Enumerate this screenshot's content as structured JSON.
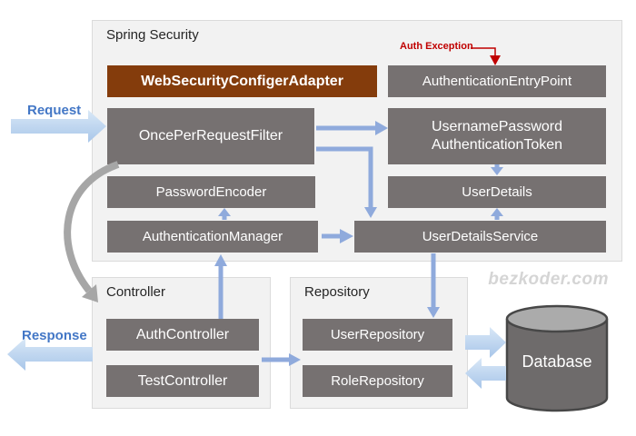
{
  "colors": {
    "box-gray": "#767171",
    "box-brown": "#843C0C",
    "container-bg": "#F2F2F2",
    "container-border": "#DBDBDB",
    "connector-blue": "#8FAADC",
    "flow-label-blue": "#4377C6",
    "exception-red": "#C00000",
    "curve-gray": "#A6A6A6",
    "db-body": "#6E6B6B",
    "db-top": "#ABABAB",
    "db-border": "#474747",
    "watermark-gray": "#D5D5D5",
    "text-dark": "#262626"
  },
  "watermark": "bezkoder.com",
  "flow": {
    "request": "Request",
    "response": "Response",
    "auth_exception": "Auth Exception"
  },
  "spring_security": {
    "title": "Spring Security",
    "web_security_configer_adapter": "WebSecurityConfigerAdapter",
    "authentication_entry_point": "AuthenticationEntryPoint",
    "once_per_request_filter": "OncePerRequestFilter",
    "username_password_line1": "UsernamePassword",
    "username_password_line2": "AuthenticationToken",
    "password_encoder": "PasswordEncoder",
    "user_details": "UserDetails",
    "authentication_manager": "AuthenticationManager",
    "user_details_service": "UserDetailsService"
  },
  "controller": {
    "title": "Controller",
    "auth_controller": "AuthController",
    "test_controller": "TestController"
  },
  "repository": {
    "title": "Repository",
    "user_repository": "UserRepository",
    "role_repository": "RoleRepository"
  },
  "database": {
    "label": "Database"
  }
}
